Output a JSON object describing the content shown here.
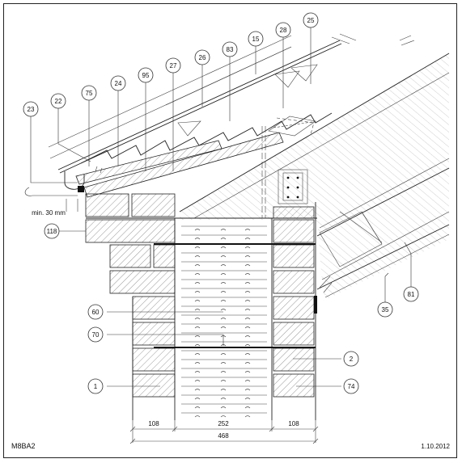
{
  "drawing": {
    "code": "M8BA2",
    "date": "1.10.2012",
    "gap_note": "min. 30 mm"
  },
  "dimensions": {
    "outer_leaf": "108",
    "insulation": "252",
    "inner_leaf": "108",
    "total": "468"
  },
  "callouts": [
    "23",
    "22",
    "75",
    "24",
    "95",
    "27",
    "26",
    "83",
    "15",
    "28",
    "25",
    "118",
    "60",
    "70",
    "1",
    "2",
    "74",
    "35",
    "81"
  ]
}
